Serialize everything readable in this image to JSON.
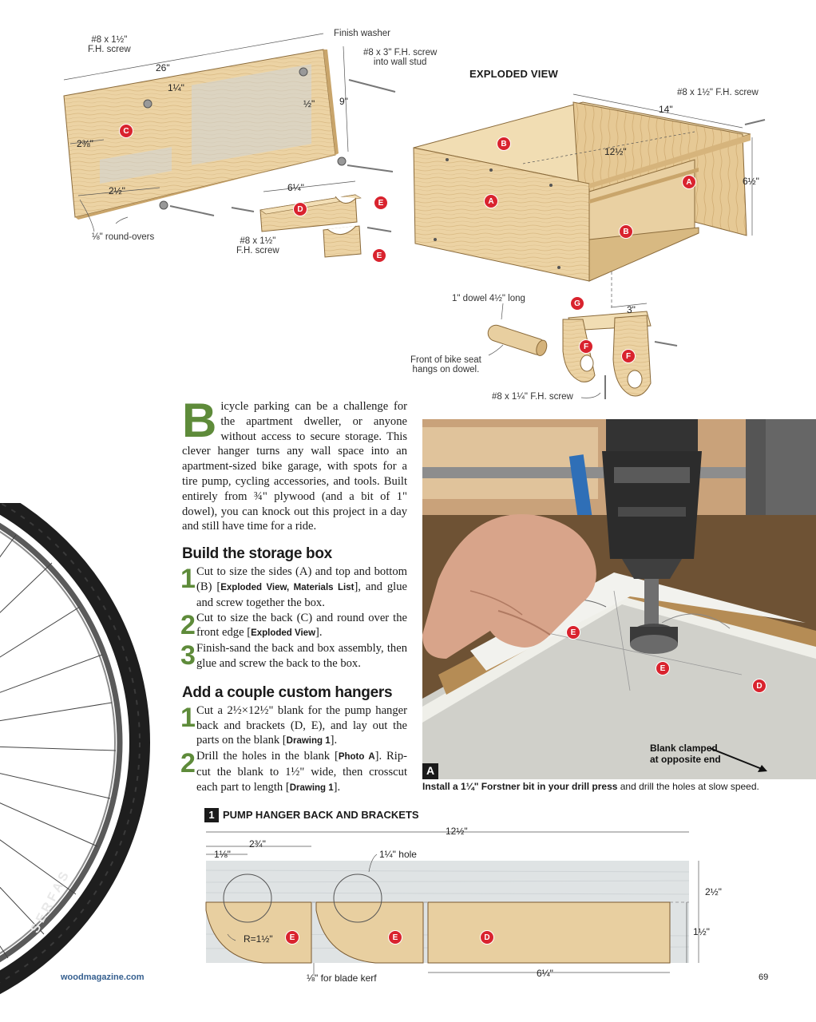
{
  "exploded_view": {
    "title": "EXPLODED VIEW",
    "labels": {
      "screw_back": "#8 x 1½\"\nF.H. screw",
      "finish_washer": "Finish washer",
      "screw_wall": "#8 x 3\" F.H. screw\ninto wall stud",
      "screw_top": "#8 x 1½\" F.H. screw",
      "round_overs": "⅛\" round-overs",
      "screw_hanger": "#8 x 1½\"\nF.H. screw",
      "dowel": "1\" dowel 4½\" long",
      "front_seat": "Front of bike seat\nhangs on dowel.",
      "screw_bracket": "#8 x 1¼\" F.H. screw"
    },
    "dimensions": {
      "back_width": "26\"",
      "back_offset": "1¼\"",
      "back_half": "½\"",
      "back_height": "9\"",
      "back_side": "2⅜\"",
      "back_bottom": "2½\"",
      "hanger_len": "6¼\"",
      "box_depth": "14\"",
      "box_width": "12½\"",
      "box_height": "6½\"",
      "bracket_w": "3\""
    },
    "parts": {
      "a": "A",
      "b": "B",
      "c": "C",
      "d": "D",
      "e": "E",
      "f": "F",
      "g": "G"
    }
  },
  "article": {
    "dropcap": "B",
    "intro": "icycle parking can be a challenge for the apartment dweller, or anyone without access to secure storage. This clever hanger turns any wall space into an apartment-sized bike garage, with spots for a tire pump, cycling accessories, and tools. Built entirely from ¾\" plywood (and a bit of 1\" dowel), you can knock out this project in a day and still have time for a ride.",
    "section1": {
      "heading": "Build the storage box",
      "steps": [
        {
          "num": "1",
          "pre": "Cut to size the sides (A) and top and bottom (B) [",
          "ref": "Exploded View, Materials List",
          "post": "], and glue and screw together the box."
        },
        {
          "num": "2",
          "pre": "Cut to size the back (C) and round over the front edge [",
          "ref": "Exploded View",
          "post": "]."
        },
        {
          "num": "3",
          "pre": "Finish-sand the back and box assembly, then glue and screw the back to the box.",
          "ref": "",
          "post": ""
        }
      ]
    },
    "section2": {
      "heading": "Add a couple custom hangers",
      "steps": [
        {
          "num": "1",
          "pre": "Cut a 2½×12½\" blank for the pump hanger back and brackets (D, E), and lay out the parts on the blank [",
          "ref": "Drawing 1",
          "post": "]."
        },
        {
          "num": "2",
          "pre": "Drill the holes in the blank [",
          "ref": "Photo A",
          "post": "]. Rip-cut the blank to 1½\" wide, then crosscut each part to length [",
          "ref2": "Drawing 1",
          "post2": "]."
        }
      ]
    }
  },
  "photo": {
    "tag": "A",
    "callout": "Blank clamped\nat opposite end",
    "parts": {
      "e1": "E",
      "e2": "E",
      "d": "D"
    },
    "caption_bold": "Install a 1¼\" Forstner bit in your drill press",
    "caption_rest": " and drill the holes at slow speed."
  },
  "tire_text": "SERFAS",
  "drawing1": {
    "num": "1",
    "title": "PUMP HANGER BACK AND BRACKETS",
    "dims": {
      "overall": "12½\"",
      "first": "2¾\"",
      "small": "1⅛\"",
      "hole": "1¼\" hole",
      "height": "2½\"",
      "strip": "1½\"",
      "radius": "R=1½\"",
      "kerf": "⅛\" for blade kerf",
      "back_len": "6¼\""
    },
    "parts": {
      "e1": "E",
      "e2": "E",
      "d": "D"
    }
  },
  "footer": {
    "site": "woodmagazine.com",
    "page": "69"
  },
  "colors": {
    "accent_green": "#5e8b3a",
    "part_red": "#d9232e",
    "wood": "#e8cfa0",
    "wood_dark": "#d4b27a",
    "site_blue": "#355f8f"
  }
}
